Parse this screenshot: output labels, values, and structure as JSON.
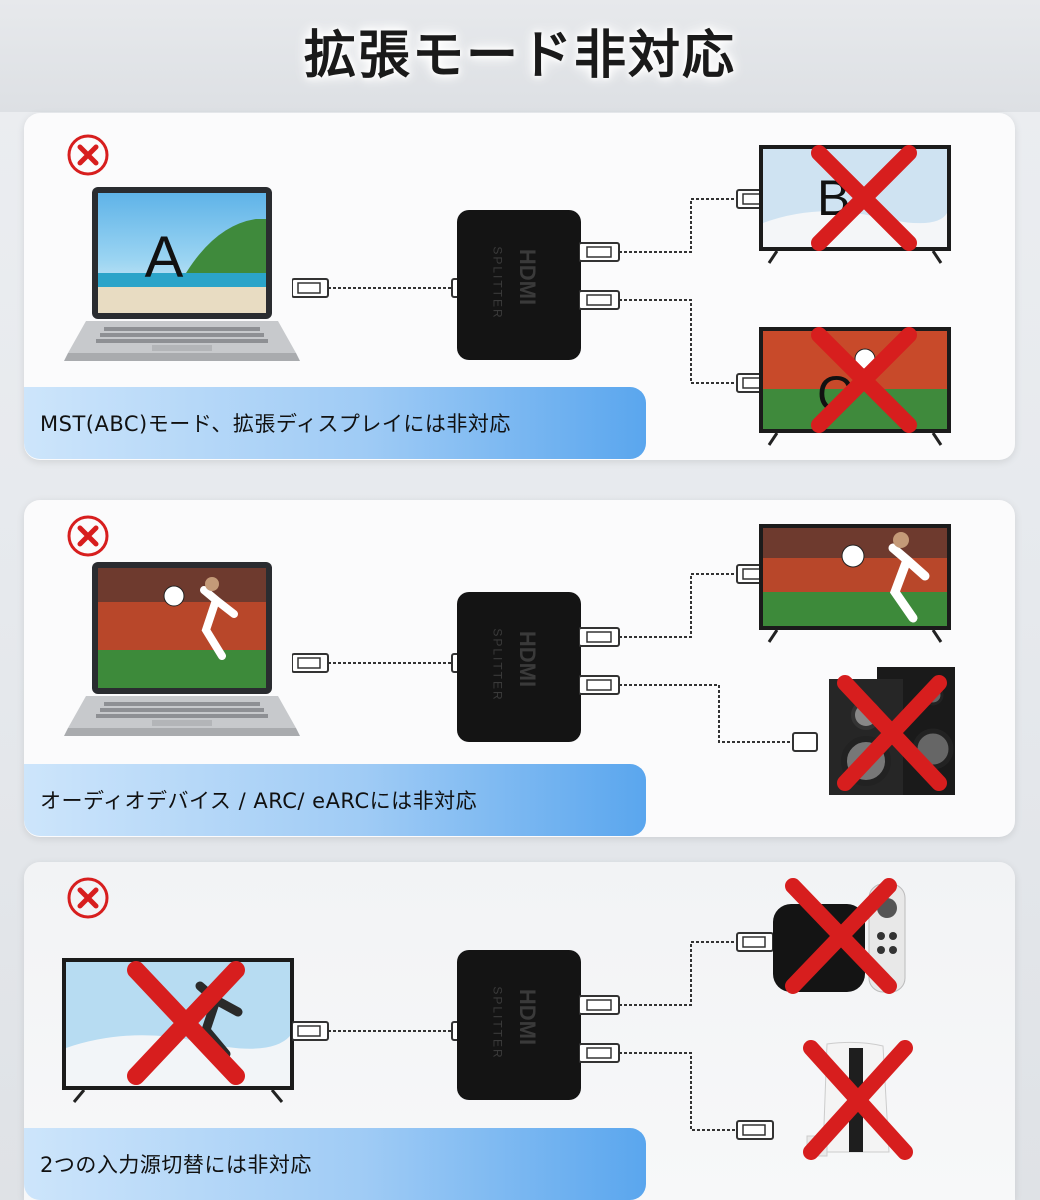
{
  "title": "拡張モード非対応",
  "colors": {
    "accent_red": "#d71e1e",
    "banner_blue": "#5aa6ee",
    "box": "#141414"
  },
  "splitter": {
    "brand": "HDMI",
    "text": "SPLITTER"
  },
  "panels": [
    {
      "caption": "MST(ABC)モード、拡張ディスプレイには非対応",
      "laptop_letter": "A",
      "screen1_letter": "B",
      "screen2_letter": "C"
    },
    {
      "caption": "オーディオデバイス / ARC/ eARCには非対応"
    },
    {
      "caption": "2つの入力源切替には非対応"
    }
  ]
}
